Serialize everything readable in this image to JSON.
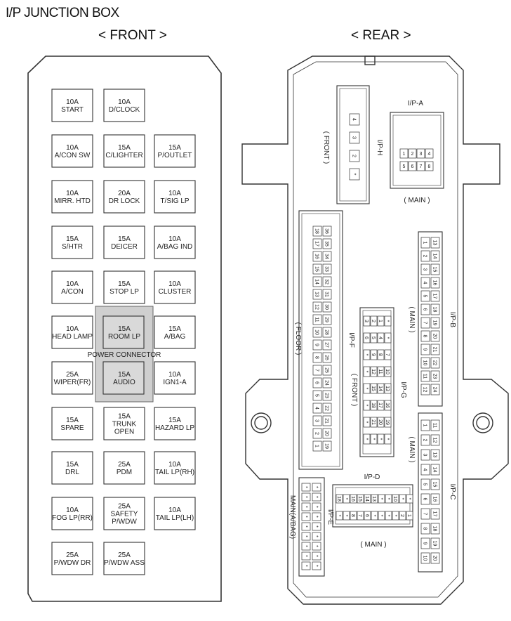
{
  "title": "I/P JUNCTION BOX",
  "front_label": "< FRONT >",
  "rear_label": "< REAR >",
  "power_connector_label": "POWER CONNECTOR",
  "fuses": [
    {
      "id": "start",
      "amp": "10A",
      "name": "START"
    },
    {
      "id": "dclock",
      "amp": "10A",
      "name": "D/CLOCK"
    },
    {
      "id": "acon-sw",
      "amp": "10A",
      "name": "A/CON  SW"
    },
    {
      "id": "clighter",
      "amp": "15A",
      "name": "C/LIGHTER"
    },
    {
      "id": "poutlet",
      "amp": "15A",
      "name": "P/OUTLET"
    },
    {
      "id": "mirr-htd",
      "amp": "10A",
      "name": "MIRR. HTD"
    },
    {
      "id": "dr-lock",
      "amp": "20A",
      "name": "DR LOCK"
    },
    {
      "id": "tsig-lp",
      "amp": "10A",
      "name": "T/SIG LP"
    },
    {
      "id": "shtr",
      "amp": "15A",
      "name": "S/HTR"
    },
    {
      "id": "deicer",
      "amp": "15A",
      "name": "DEICER"
    },
    {
      "id": "abag-ind",
      "amp": "10A",
      "name": "A/BAG IND"
    },
    {
      "id": "acon",
      "amp": "10A",
      "name": "A/CON"
    },
    {
      "id": "stop-lp",
      "amp": "15A",
      "name": "STOP LP"
    },
    {
      "id": "cluster",
      "amp": "10A",
      "name": "CLUSTER"
    },
    {
      "id": "head-lamp",
      "amp": "10A",
      "name": "HEAD LAMP"
    },
    {
      "id": "room-lp",
      "amp": "15A",
      "name": "ROOM LP"
    },
    {
      "id": "abag",
      "amp": "15A",
      "name": "A/BAG"
    },
    {
      "id": "wiper",
      "amp": "25A",
      "name": "WIPER(FR)"
    },
    {
      "id": "audio",
      "amp": "15A",
      "name": "AUDIO"
    },
    {
      "id": "ign1-a",
      "amp": "10A",
      "name": "IGN1-A"
    },
    {
      "id": "spare",
      "amp": "15A",
      "name": "SPARE"
    },
    {
      "id": "trunk-open",
      "amp": "15A",
      "name": "TRUNK\nOPEN"
    },
    {
      "id": "hazard-lp",
      "amp": "15A",
      "name": "HAZARD LP"
    },
    {
      "id": "drl",
      "amp": "15A",
      "name": "DRL"
    },
    {
      "id": "pdm",
      "amp": "25A",
      "name": "PDM"
    },
    {
      "id": "tail-lp-rh",
      "amp": "10A",
      "name": "TAIL LP(RH)"
    },
    {
      "id": "fog-lp",
      "amp": "10A",
      "name": "FOG LP(RR)"
    },
    {
      "id": "safety-pwdw",
      "amp": "25A",
      "name": "SAFETY\nP/WDW"
    },
    {
      "id": "tail-lp-lh",
      "amp": "10A",
      "name": "TAIL LP(LH)"
    },
    {
      "id": "pwdw-dr",
      "amp": "25A",
      "name": "P/WDW DR"
    },
    {
      "id": "pwdw-ass",
      "amp": "25A",
      "name": "P/WDW ASS"
    }
  ],
  "connectors": {
    "iph": {
      "label": "I/P-H",
      "sub": "( FRONT )",
      "pins": [
        "4",
        "3",
        "2",
        "*"
      ]
    },
    "ipa": {
      "label": "I/P-A",
      "sub": "( MAIN )",
      "pins": [
        "1",
        "2",
        "3",
        "4",
        "5",
        "6",
        "7",
        "8"
      ]
    },
    "ipf": {
      "label": "I/P-F",
      "sub": "( FLOOR )",
      "pins": [
        "18",
        "17",
        "16",
        "15",
        "14",
        "13",
        "12",
        "11",
        "10",
        "9",
        "8",
        "7",
        "6",
        "5",
        "4",
        "3",
        "2",
        "1",
        "36",
        "35",
        "34",
        "33",
        "32",
        "31",
        "30",
        "29",
        "28",
        "27",
        "26",
        "25",
        "24",
        "23",
        "22",
        "21",
        "20",
        "19"
      ]
    },
    "ipg": {
      "label": "I/P-G",
      "sub": "( FRONT )",
      "pins": [
        "3",
        "2",
        "1",
        "*",
        "6",
        "5",
        "4",
        "*",
        "*",
        "9",
        "8",
        "7",
        "*",
        "12",
        "11",
        "10",
        "*",
        "15",
        "14",
        "13",
        "*",
        "18",
        "17",
        "16",
        "*",
        "21",
        "20",
        "19",
        "*",
        "*",
        "*",
        "*"
      ]
    },
    "ipb": {
      "label": "I/P-B",
      "sub": "( MAIN )",
      "pins": [
        "1",
        "2",
        "3",
        "4",
        "5",
        "6",
        "7",
        "8",
        "9",
        "10",
        "11",
        "12",
        "13",
        "14",
        "15",
        "16",
        "17",
        "18",
        "19",
        "20",
        "21",
        "22",
        "23",
        "24"
      ]
    },
    "ipc": {
      "label": "I/P-C",
      "sub": "( MAIN )",
      "pins": [
        "1",
        "2",
        "3",
        "4",
        "5",
        "6",
        "7",
        "8",
        "9",
        "10",
        "11",
        "12",
        "13",
        "14",
        "15",
        "16",
        "17",
        "18",
        "19",
        "20"
      ]
    },
    "ipd": {
      "label": "I/P-D",
      "sub": "( MAIN )",
      "pins": [
        "18",
        "*",
        "16",
        "15",
        "14",
        "13",
        "*",
        "*",
        "10",
        "*",
        "*",
        "*",
        "*",
        "8",
        "7",
        "6",
        "*",
        "*",
        "*",
        "*",
        "2",
        "1"
      ]
    },
    "ipe": {
      "label": "I/P-E",
      "sub": "MAIN(A/BAG)",
      "pins": [
        "*",
        "*",
        "*",
        "*",
        "*",
        "*",
        "*",
        "*",
        "*",
        "*",
        "*",
        "*",
        "*",
        "*",
        "*",
        "*",
        "*",
        "*"
      ]
    }
  }
}
